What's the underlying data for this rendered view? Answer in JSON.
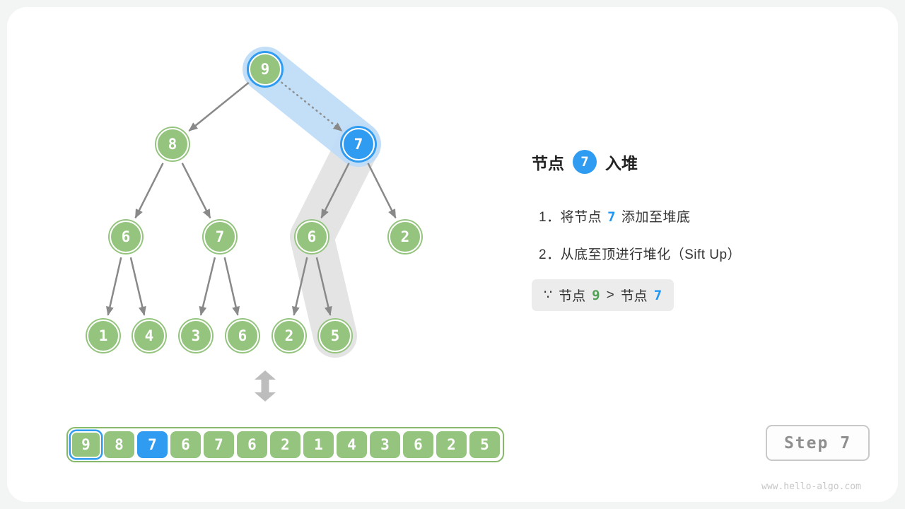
{
  "footer": {
    "text": "www.hello-algo.com"
  },
  "step_badge": {
    "label": "Step 7"
  },
  "panel": {
    "title": {
      "before": "节点",
      "badge": "7",
      "after": "入堆"
    },
    "steps": [
      {
        "num": "1．",
        "before": "将节点",
        "highlight": "7",
        "after": "添加至堆底"
      },
      {
        "num": "2．",
        "before": "从底至顶进行堆化（Sift Up）",
        "highlight": "",
        "after": ""
      }
    ],
    "reason": {
      "symbol": "∵",
      "label_a": "节点",
      "value_a": "9",
      "operator": ">",
      "label_b": "节点",
      "value_b": "7"
    }
  },
  "tree": {
    "nodes": [
      "9",
      "8",
      "7",
      "6",
      "7",
      "6",
      "2",
      "1",
      "4",
      "3",
      "6",
      "2",
      "5"
    ],
    "highlight": {
      "blue_node_index": 2,
      "blue_ring_node_index": 0,
      "compare_edge": "9→7",
      "sift_up_band_path": "7→6→5"
    }
  },
  "array": {
    "cells": [
      "9",
      "8",
      "7",
      "6",
      "7",
      "6",
      "2",
      "1",
      "4",
      "3",
      "6",
      "2",
      "5"
    ],
    "highlight": {
      "blue_cell_index": 2,
      "blue_ring_cell_index": 0
    }
  },
  "colors": {
    "node_green": "#94c47e",
    "node_blue": "#2f9bf1",
    "band_blue": "#bddcf8",
    "band_gray": "#e4e4e4",
    "edge_gray": "#898989"
  }
}
